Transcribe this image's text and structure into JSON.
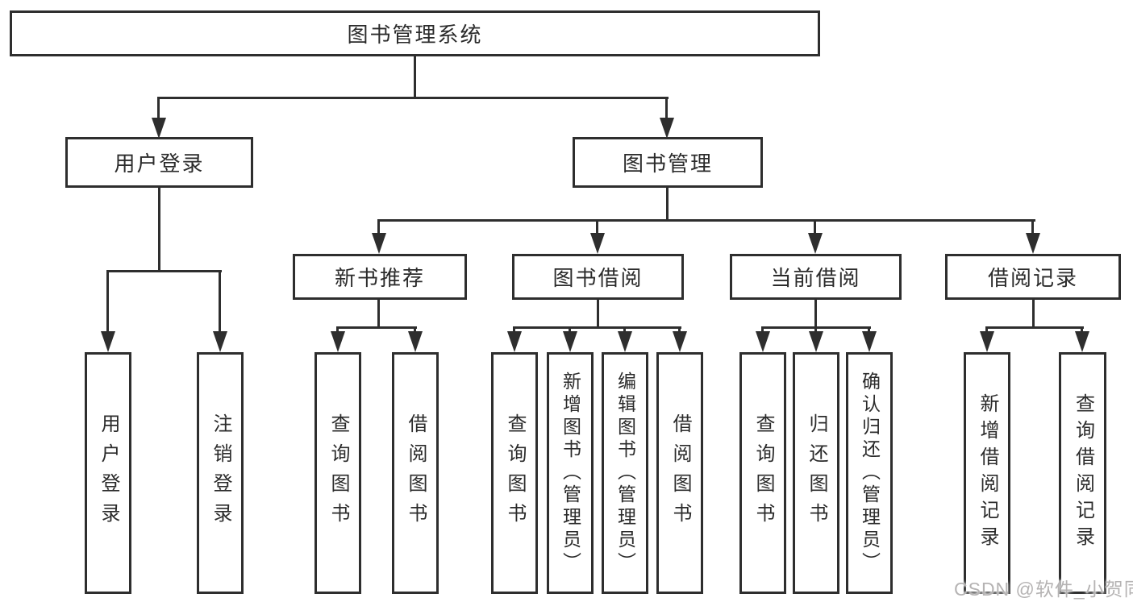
{
  "colors": {
    "line": "#2e2e2e",
    "text": "#2b2b2b",
    "background": "#ffffff",
    "watermark": "#a8a6a6"
  },
  "tree": {
    "root": "图书管理系统",
    "branches": [
      {
        "label": "用户登录",
        "children": [
          {
            "label": "用户登录"
          },
          {
            "label": "注销登录"
          }
        ]
      },
      {
        "label": "图书管理",
        "children": [
          {
            "label": "新书推荐",
            "children": [
              {
                "label": "查询图书"
              },
              {
                "label": "借阅图书"
              }
            ]
          },
          {
            "label": "图书借阅",
            "children": [
              {
                "label": "查询图书"
              },
              {
                "label": "新增图书（管理员）"
              },
              {
                "label": "编辑图书（管理员）"
              },
              {
                "label": "借阅图书"
              }
            ]
          },
          {
            "label": "当前借阅",
            "children": [
              {
                "label": "查询图书"
              },
              {
                "label": "归还图书"
              },
              {
                "label": "确认归还（管理员）"
              }
            ]
          },
          {
            "label": "借阅记录",
            "children": [
              {
                "label": "新增借阅记录"
              },
              {
                "label": "查询借阅记录"
              }
            ]
          }
        ]
      }
    ]
  },
  "watermark": "CSDN @软件_小贺同学"
}
